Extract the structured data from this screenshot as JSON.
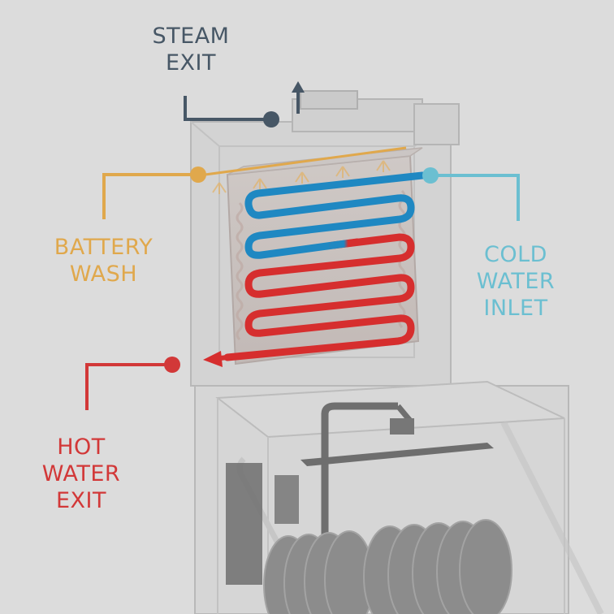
{
  "labels": {
    "steam_exit": {
      "line1": "STEAM",
      "line2": "EXIT",
      "color": "#475766"
    },
    "battery_wash": {
      "line1": "BATTERY",
      "line2": "WASH",
      "color": "#e0a84c"
    },
    "cold_water_inlet": {
      "line1": "COLD",
      "line2": "WATER",
      "line3": "INLET",
      "color": "#6bbfd1"
    },
    "hot_water_exit": {
      "line1": "HOT",
      "line2": "WATER",
      "line3": "EXIT",
      "color": "#d23838"
    }
  },
  "colors": {
    "background": "#dcdcdc",
    "cold_pipe": "#1f88c2",
    "hot_pipe": "#d62e2e",
    "machine_outline": "#b6b6b6",
    "rack_metal": "#6f6f6f"
  }
}
